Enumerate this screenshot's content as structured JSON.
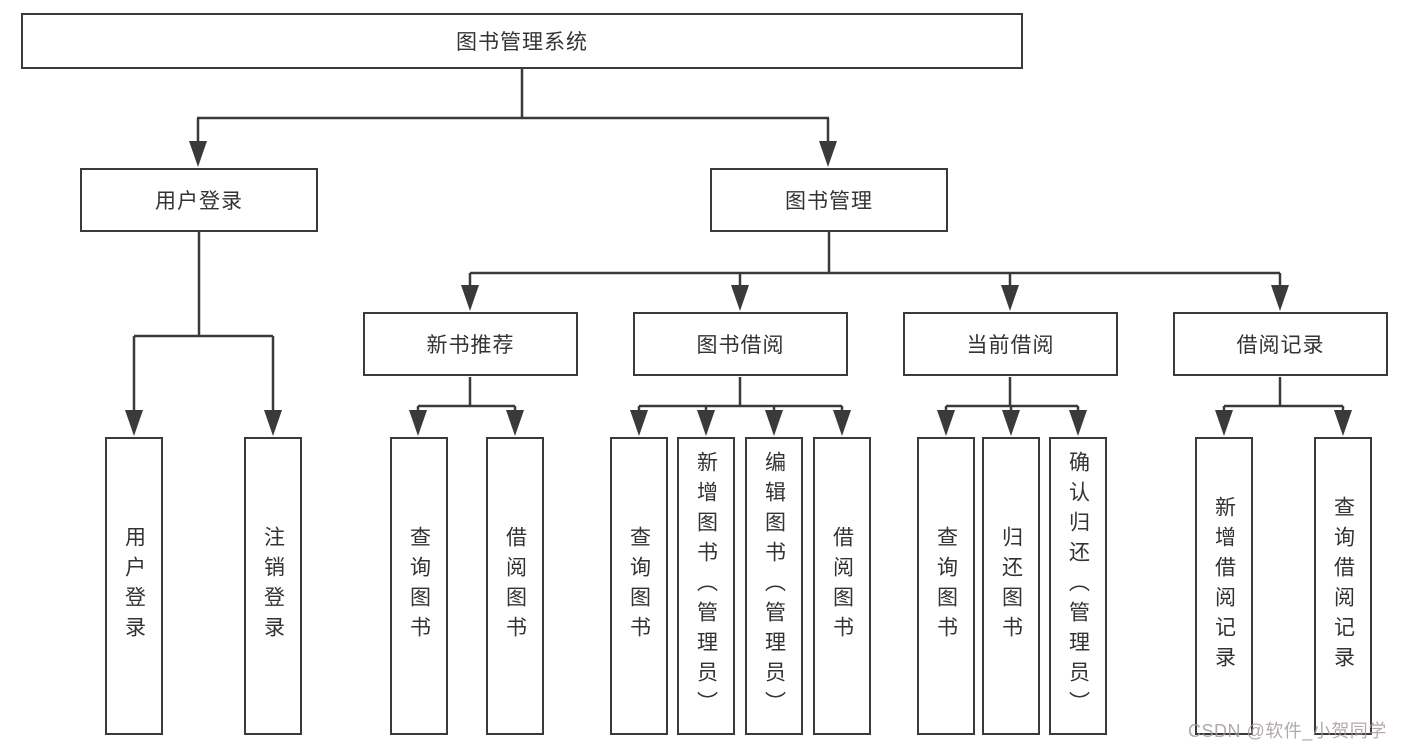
{
  "diagram_title": "图书管理系统",
  "tree": {
    "label": "图书管理系统",
    "children": [
      {
        "label": "用户登录",
        "children": [
          {
            "label": "用户登录"
          },
          {
            "label": "注销登录"
          }
        ]
      },
      {
        "label": "图书管理",
        "children": [
          {
            "label": "新书推荐",
            "children": [
              {
                "label": "查询图书"
              },
              {
                "label": "借阅图书"
              }
            ]
          },
          {
            "label": "图书借阅",
            "children": [
              {
                "label": "查询图书"
              },
              {
                "label": "新增图书（管理员）"
              },
              {
                "label": "编辑图书（管理员）"
              },
              {
                "label": "借阅图书"
              }
            ]
          },
          {
            "label": "当前借阅",
            "children": [
              {
                "label": "查询图书"
              },
              {
                "label": "归还图书"
              },
              {
                "label": "确认归还（管理员）"
              }
            ]
          },
          {
            "label": "借阅记录",
            "children": [
              {
                "label": "新增借阅记录"
              },
              {
                "label": "查询借阅记录"
              }
            ]
          }
        ]
      }
    ]
  },
  "watermark": "CSDN @软件_小贺同学",
  "colors": {
    "line": "#3a3a3a",
    "box_border": "#3a3a3a",
    "text": "#333333",
    "watermark": "#a49a9a",
    "background": "#ffffff"
  }
}
